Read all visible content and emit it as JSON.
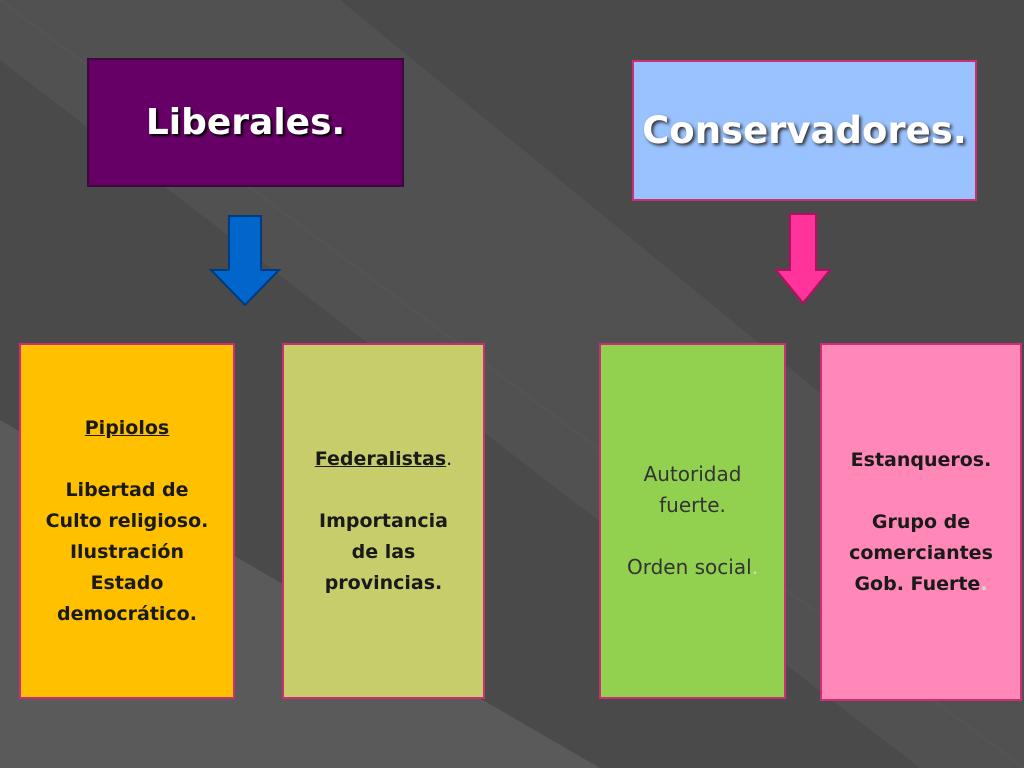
{
  "headers": {
    "liberales": "Liberales.",
    "conservadores": "Conservadores."
  },
  "cards": {
    "pipiolos": {
      "title": "Pipiolos",
      "lines": [
        "Libertad de",
        "Culto religioso.",
        "Ilustración",
        "Estado",
        "democrático."
      ]
    },
    "federalistas": {
      "title": "Federalistas",
      "title_dot": ".",
      "lines": [
        "Importancia",
        "de las",
        "provincias."
      ]
    },
    "autoridad": {
      "lines": [
        "Autoridad",
        "fuerte."
      ],
      "line3": "Orden social",
      "line3_dot": "."
    },
    "estanqueros": {
      "title": "Estanqueros.",
      "lines": [
        "Grupo de",
        "comerciantes"
      ],
      "last": "Gob. Fuerte",
      "last_dot": "."
    }
  },
  "colors": {
    "liberales_box": "#660066",
    "conservadores_box": "#99c2ff",
    "arrow_liberales": "#0066cc",
    "arrow_conservadores": "#ff3399",
    "pipiolos": "#ffc000",
    "federalistas": "#c8cd6b",
    "autoridad": "#92d050",
    "estanqueros": "#ff88b8"
  }
}
